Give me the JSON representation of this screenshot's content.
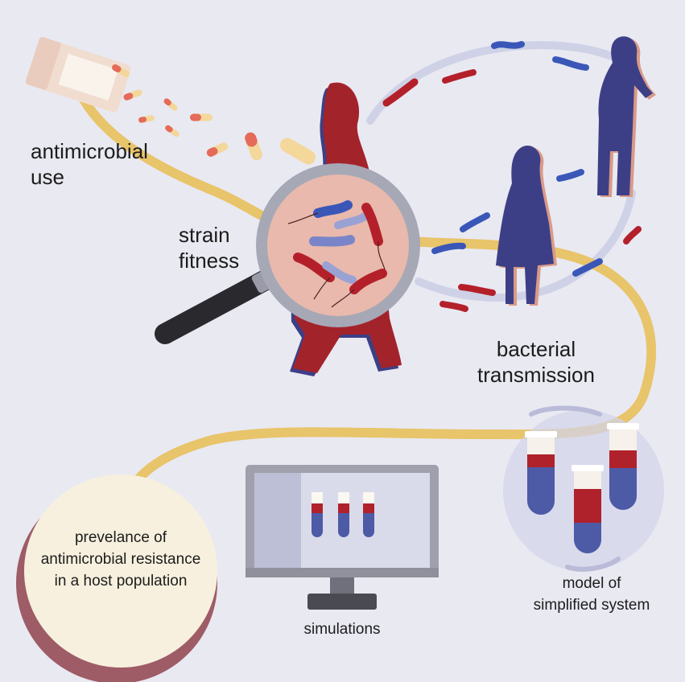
{
  "labels": {
    "antimicrobial_use": [
      "antimicrobial",
      "use"
    ],
    "strain_fitness": [
      "strain",
      "fitness"
    ],
    "bacterial_transmission": [
      "bacterial",
      "transmission"
    ],
    "prevalence": [
      "prevelance of",
      "antimicrobial resistance",
      "in a host population"
    ],
    "simulations": "simulations",
    "model": [
      "model of",
      "simplified system"
    ]
  },
  "colors": {
    "background": "#e9e9f2",
    "path": "#e8c46a",
    "bacteria_red": "#b4202a",
    "bacteria_blue": "#3a57b8",
    "person_red": "#a3232b",
    "person_blue": "#3d3f86",
    "tube_red": "#b0222b",
    "tube_blue": "#4d5aa6",
    "prevalence_circle": "#f7f0de",
    "monitor": "#9fa0ac"
  },
  "icons": [
    "pill-bottle-icon",
    "capsule-icon",
    "magnifier-icon",
    "person-icon",
    "bacterium-icon",
    "test-tube-icon",
    "computer-monitor-icon"
  ]
}
